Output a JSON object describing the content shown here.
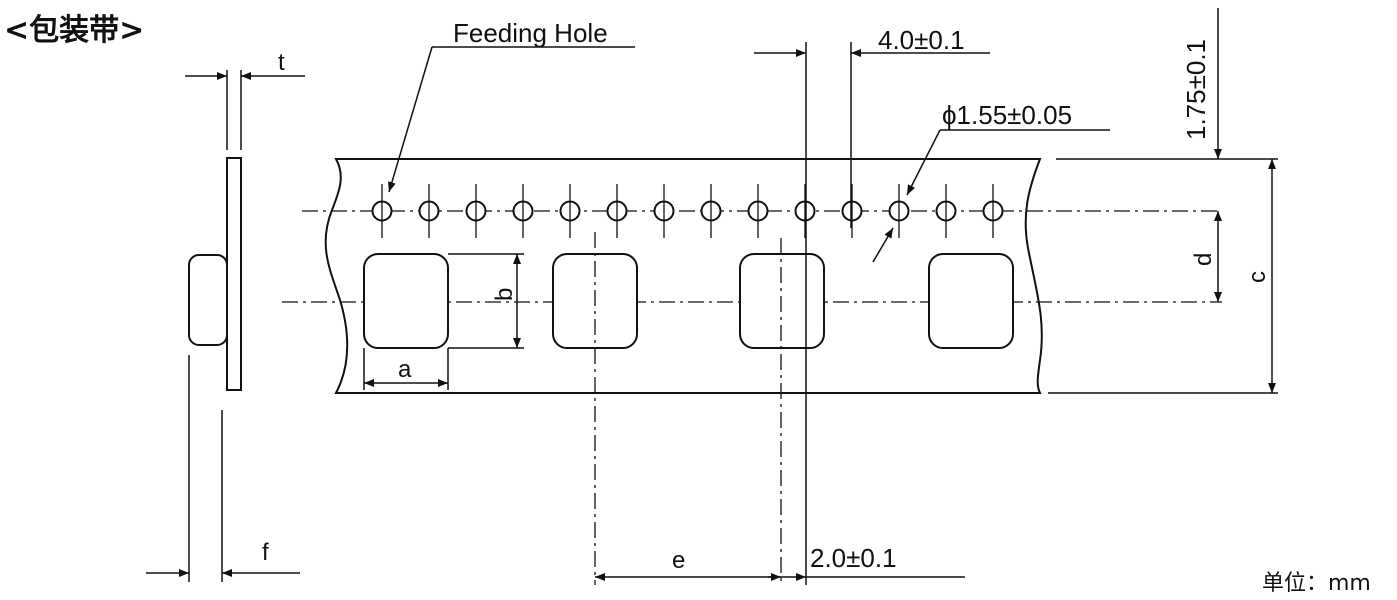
{
  "title": "<包装带>",
  "labels": {
    "feeding_hole": "Feeding Hole",
    "pitch": "4.0±0.1",
    "hole_diameter": "ϕ1.55±0.05",
    "edge_distance": "1.75±0.1",
    "thickness": "t",
    "dim_a": "a",
    "dim_b": "b",
    "dim_c": "c",
    "dim_d": "d",
    "dim_e": "e",
    "dim_f": "f",
    "offset": "2.0±0.1"
  },
  "unit": "单位：mm",
  "hole_count": 14,
  "pocket_count": 4
}
